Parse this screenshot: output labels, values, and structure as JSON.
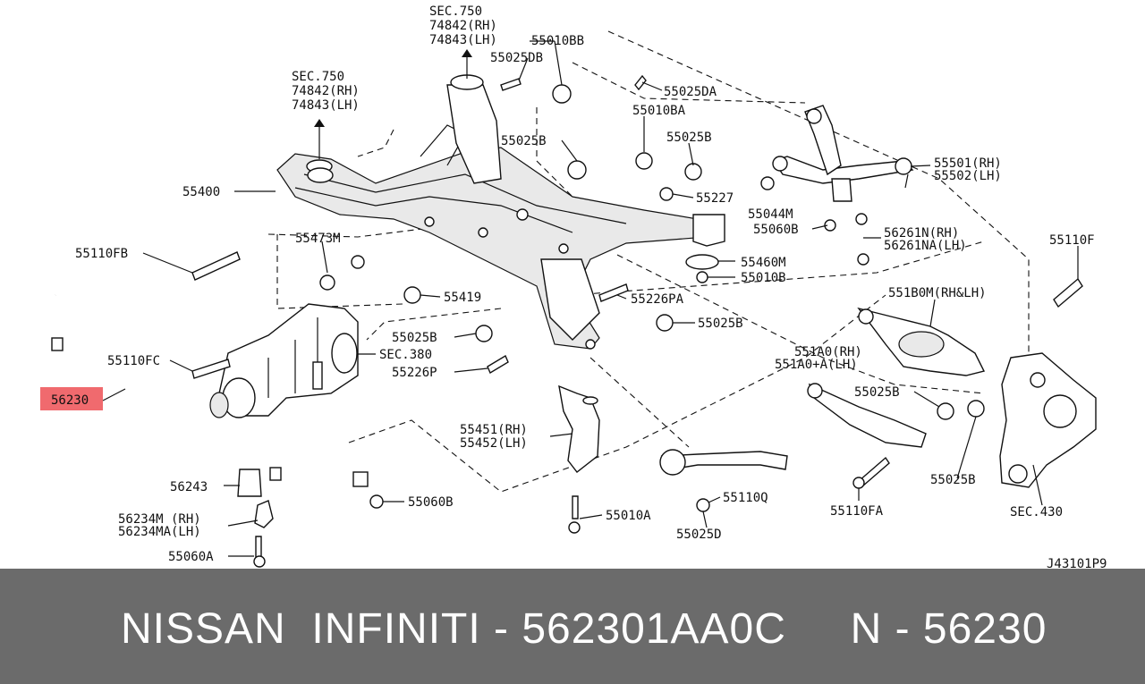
{
  "diagram": {
    "ref_code": "J43101P9",
    "labels": {
      "sec750_top": "SEC.750",
      "rh_top": "74842(RH)",
      "lh_top": "74843(LH)",
      "sec750_left": "SEC.750",
      "rh_left": "74842(RH)",
      "lh_left": "74843(LH)",
      "p55010BB": "55010BB",
      "p55025DB": "55025DB",
      "p55025DA": "55025DA",
      "p55010BA": "55010BA",
      "p55025B_a": "55025B",
      "p55025B_b": "55025B",
      "p55400": "55400",
      "p55227": "55227",
      "p55044M": "55044M",
      "p55060B": "55060B",
      "p55501": "55501(RH)",
      "p55502": "55502(LH)",
      "p56261N": "56261N(RH)",
      "p56261NA": "56261NA(LH)",
      "p55110FB": "55110FB",
      "p55473M": "55473M",
      "p55460M": "55460M",
      "p55010B": "55010B",
      "p55110F": "55110F",
      "p55419": "55419",
      "p55226PA": "55226PA",
      "p551B0M": "551B0M(RH&LH)",
      "p55025B_c": "55025B",
      "p55025B_d": "55025B",
      "p55110FC": "55110FC",
      "sec380": "SEC.380",
      "p551A0": "551A0(RH)",
      "p551A0A": "551A0+A(LH)",
      "p55226P": "55226P",
      "p55025B_e": "55025B",
      "p56230": "56230",
      "p55451": "55451(RH)",
      "p55452": "55452(LH)",
      "p55025B_f": "55025B",
      "p56243": "56243",
      "p55110Q": "55110Q",
      "p55060B_b": "55060B",
      "p56234M": "56234M (RH)",
      "p56234MA": "56234MA(LH)",
      "p55010A": "55010A",
      "p55110FA": "55110FA",
      "sec430": "SEC.430",
      "p55025D": "55025D",
      "p55060A": "55060A"
    }
  },
  "footer": {
    "text": "NISSAN  INFINITI - 562301AA0C     N - 56230"
  },
  "colors": {
    "highlight": "#f06a6e",
    "footer_bg": "#6b6b6b"
  }
}
